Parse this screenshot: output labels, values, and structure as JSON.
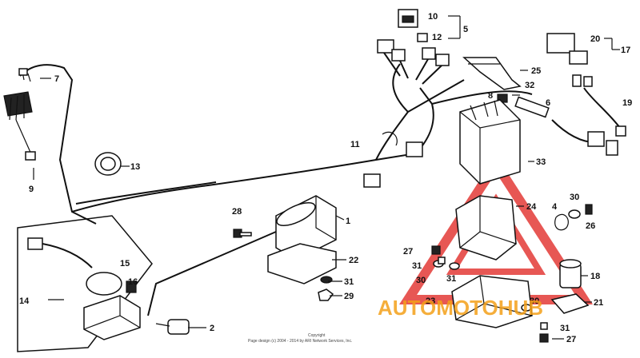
{
  "callouts": {
    "c1": "1",
    "c2": "2",
    "c4": "4",
    "c5": "5",
    "c6": "6",
    "c7": "7",
    "c8": "8",
    "c9": "9",
    "c10": "10",
    "c11": "11",
    "c12": "12",
    "c13": "13",
    "c14": "14",
    "c15": "15",
    "c16": "16",
    "c17": "17",
    "c18": "18",
    "c19": "19",
    "c20": "20",
    "c21": "21",
    "c22": "22",
    "c23": "23",
    "c24": "24",
    "c25": "25",
    "c26a": "26",
    "c27a": "27",
    "c27b": "27",
    "c28": "28",
    "c29": "29",
    "c30a": "30",
    "c30b": "30",
    "c30c": "30",
    "c31a": "31",
    "c31b": "31",
    "c31c": "31",
    "c31d": "31",
    "c32": "32",
    "c33": "33"
  },
  "copyright": {
    "line1": "Copyright",
    "line2": "Page design (c) 2004 - 2014 by ARI Network Services, Inc."
  },
  "watermark": {
    "text": "AUTOMOTOHUB",
    "color": "#f4a019",
    "logo_color": "#e0201c"
  }
}
